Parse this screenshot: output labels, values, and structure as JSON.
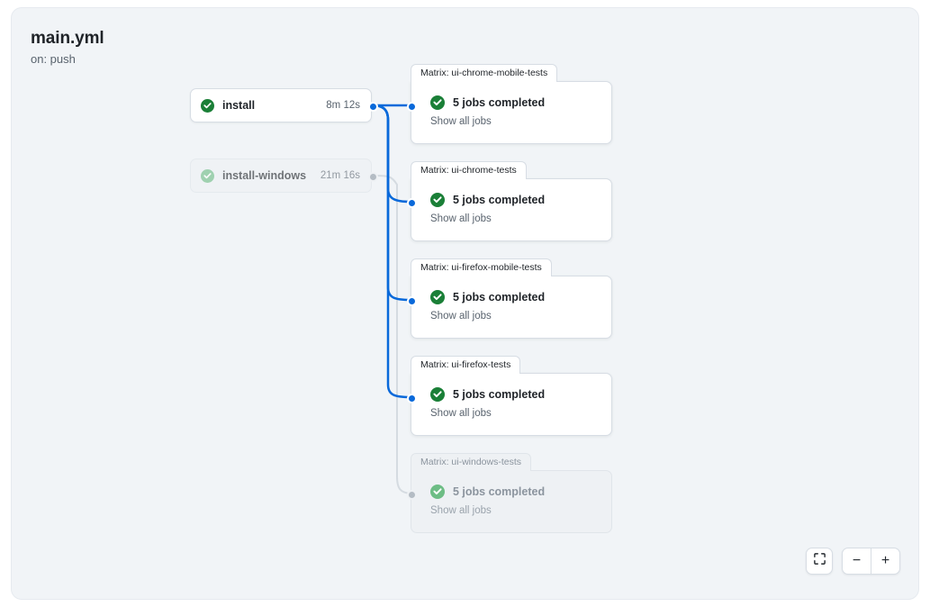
{
  "workflow": {
    "title": "main.yml",
    "trigger": "on: push"
  },
  "colors": {
    "canvas_bg": "#f1f4f7",
    "edge_active": "#0969da",
    "edge_faded": "#d0d7de",
    "success": "#1a7f37",
    "success_faded": "#6dbd85",
    "text_primary": "#1f2328",
    "text_muted": "#59636e"
  },
  "jobs": [
    {
      "name": "install",
      "duration": "8m 12s",
      "status_icon": "check-circle-icon",
      "faded": false
    },
    {
      "name": "install-windows",
      "duration": "21m 16s",
      "status_icon": "check-circle-icon",
      "faded": true
    }
  ],
  "matrix_cards": [
    {
      "tab_label": "Matrix: ui-chrome-mobile-tests",
      "jobs_completed": "5 jobs completed",
      "show_all_label": "Show all jobs",
      "status_icon": "check-circle-icon",
      "faded": false
    },
    {
      "tab_label": "Matrix: ui-chrome-tests",
      "jobs_completed": "5 jobs completed",
      "show_all_label": "Show all jobs",
      "status_icon": "check-circle-icon",
      "faded": false
    },
    {
      "tab_label": "Matrix: ui-firefox-mobile-tests",
      "jobs_completed": "5 jobs completed",
      "show_all_label": "Show all jobs",
      "status_icon": "check-circle-icon",
      "faded": false
    },
    {
      "tab_label": "Matrix: ui-firefox-tests",
      "jobs_completed": "5 jobs completed",
      "show_all_label": "Show all jobs",
      "status_icon": "check-circle-icon",
      "faded": false
    },
    {
      "tab_label": "Matrix: ui-windows-tests",
      "jobs_completed": "5 jobs completed",
      "show_all_label": "Show all jobs",
      "status_icon": "check-circle-icon",
      "faded": true
    }
  ],
  "controls": {
    "fit_icon": "fit-screen-icon",
    "zoom_out_label": "−",
    "zoom_out_icon": "minus-icon",
    "zoom_in_label": "+",
    "zoom_in_icon": "plus-icon"
  }
}
